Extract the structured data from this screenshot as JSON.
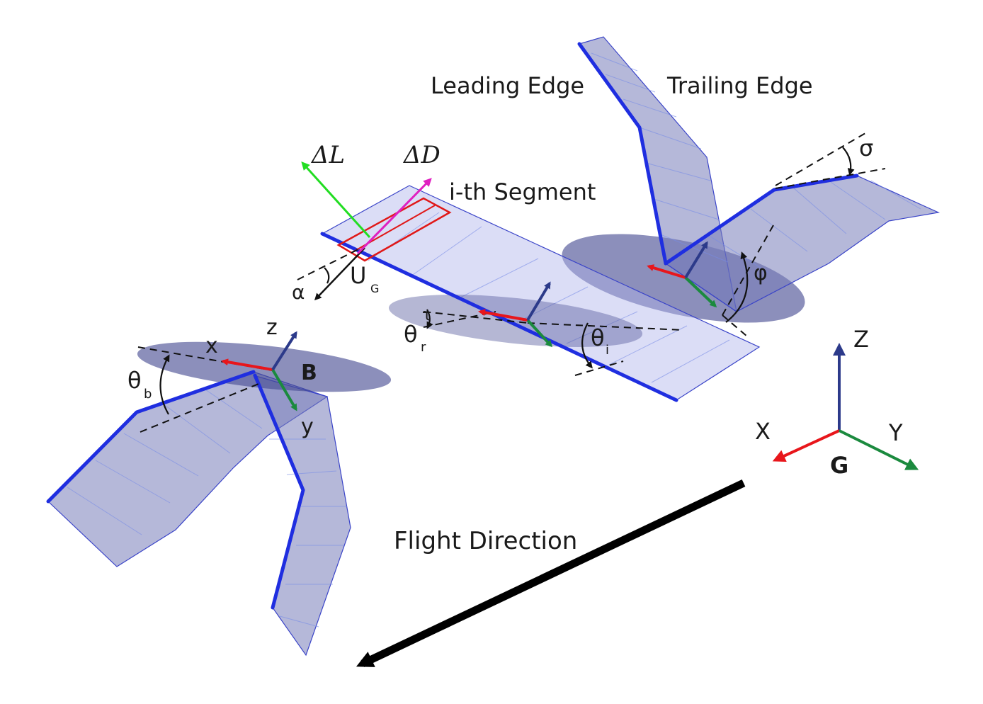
{
  "labels": {
    "leading_edge": "Leading Edge",
    "trailing_edge": "Trailing Edge",
    "i_th_segment": "i-th Segment",
    "delta_L": "ΔL",
    "delta_D": "ΔD",
    "alpha": "α",
    "U": "U",
    "U_sub": "G",
    "theta": "θ",
    "theta_r_sub": "r",
    "theta_i_sub": "i",
    "theta_b_sub": "b",
    "sigma": "σ",
    "phi": "φ",
    "tau": "τ",
    "body_x": "x",
    "body_y": "y",
    "body_z": "z",
    "body_frame": "B",
    "global_X": "X",
    "global_Y": "Y",
    "global_Z": "Z",
    "global_frame": "G",
    "flight_direction": "Flight Direction"
  },
  "colors": {
    "wing_edge": "#1f2ee0",
    "x_axis": "#e8161b",
    "y_axis": "#1b8a3e",
    "z_axis": "#2c3a8a",
    "lift": "#22dd22",
    "drag": "#e020c0",
    "segment": "#e01818",
    "flight_arrow": "#000000"
  }
}
